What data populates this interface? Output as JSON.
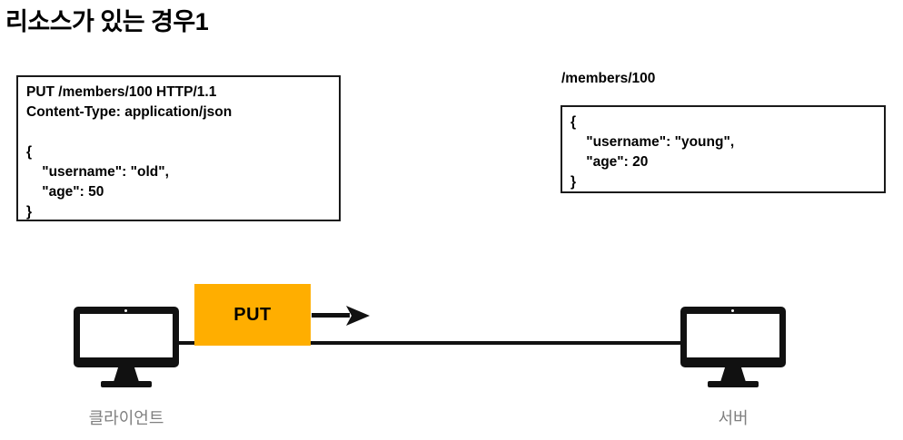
{
  "title": "리소스가 있는 경우1",
  "request_box": {
    "text": "PUT /members/100 HTTP/1.1\nContent-Type: application/json\n\n{\n    \"username\": \"old\",\n    \"age\": 50\n}"
  },
  "resource_box": {
    "caption": "/members/100",
    "text": "{\n    \"username\": \"young\",\n    \"age\": 20\n}"
  },
  "method_badge": {
    "label": "PUT",
    "color": "#ffae00"
  },
  "arrow": {
    "name": "right-arrow",
    "color": "#111111"
  },
  "nodes": [
    {
      "id": "client",
      "label": "클라이언트",
      "icon": "monitor-icon"
    },
    {
      "id": "server",
      "label": "서버",
      "icon": "monitor-icon"
    }
  ],
  "wire": {
    "color": "#111111"
  }
}
